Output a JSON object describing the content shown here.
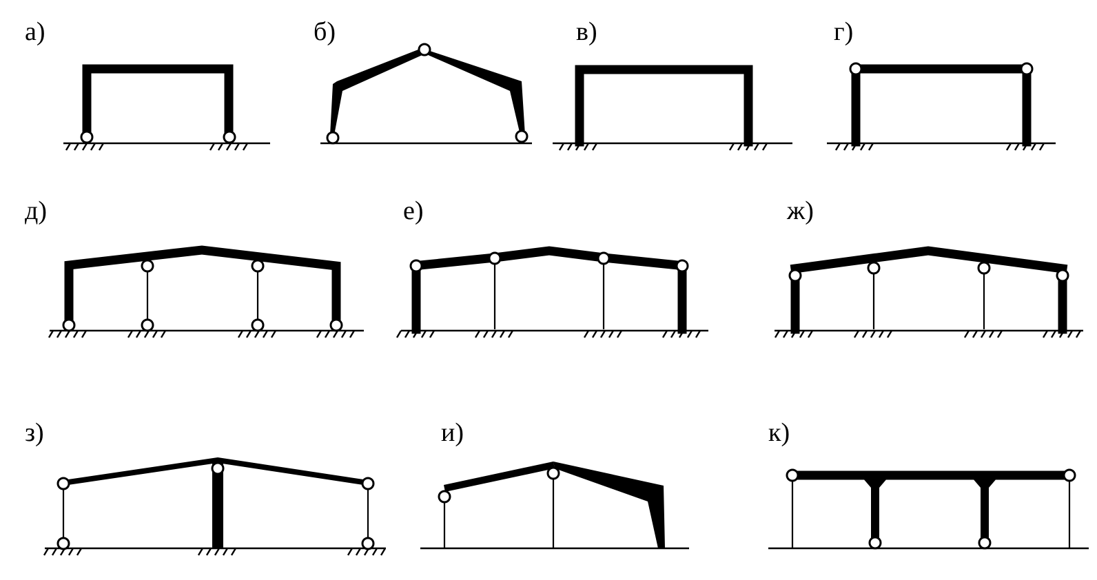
{
  "figure": {
    "panels": [
      {
        "id": "a",
        "label": "а)"
      },
      {
        "id": "b",
        "label": "б)"
      },
      {
        "id": "v",
        "label": "в)"
      },
      {
        "id": "g",
        "label": "г)"
      },
      {
        "id": "d",
        "label": "д)"
      },
      {
        "id": "e",
        "label": "е)"
      },
      {
        "id": "zh",
        "label": "ж)"
      },
      {
        "id": "z",
        "label": "з)"
      },
      {
        "id": "i",
        "label": "и)"
      },
      {
        "id": "k",
        "label": "к)"
      }
    ]
  },
  "colors": {
    "ink": "#000000",
    "background": "#ffffff"
  }
}
